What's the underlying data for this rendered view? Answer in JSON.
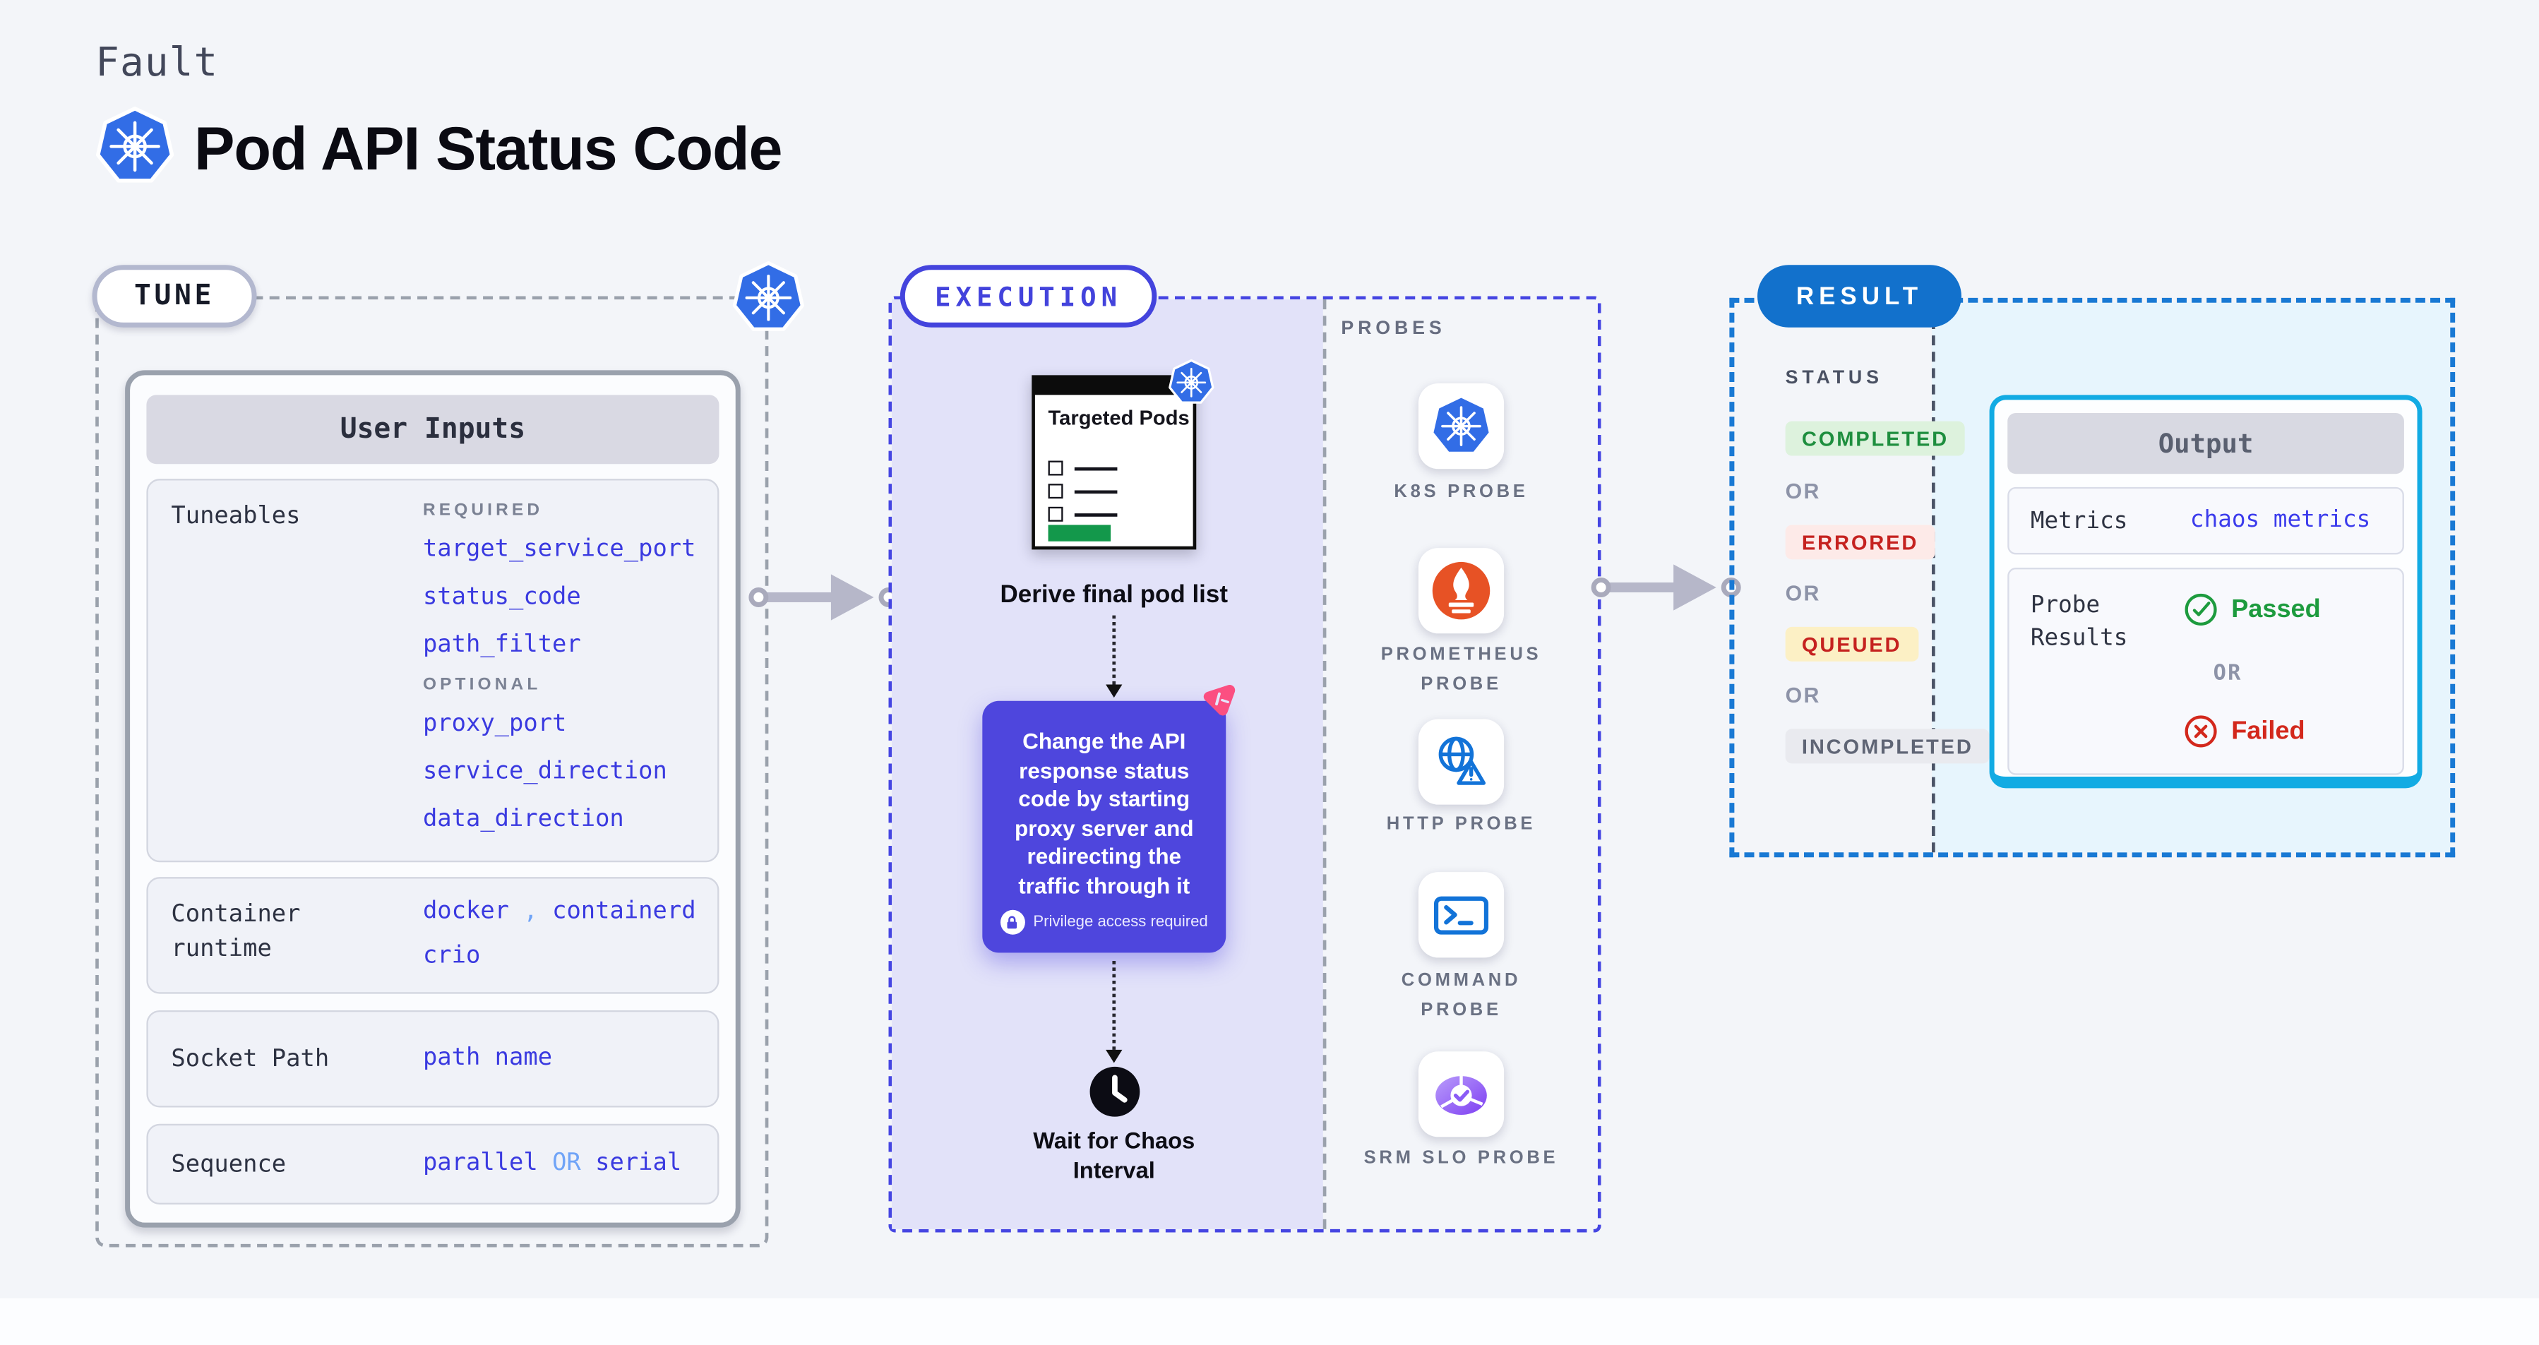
{
  "header": {
    "category": "Fault",
    "title": "Pod API Status Code"
  },
  "tune": {
    "badge": "TUNE",
    "user_inputs_title": "User Inputs",
    "tuneables": {
      "label": "Tuneables",
      "required_label": "REQUIRED",
      "required": [
        "target_service_port",
        "status_code",
        "path_filter"
      ],
      "optional_label": "OPTIONAL",
      "optional": [
        "proxy_port",
        "service_direction",
        "data_direction"
      ]
    },
    "container_runtime": {
      "label": "Container runtime",
      "value1": "docker",
      "separator": ",",
      "value2": "containerd",
      "value3": "crio"
    },
    "socket_path": {
      "label": "Socket Path",
      "value": "path name"
    },
    "sequence": {
      "label": "Sequence",
      "value1": "parallel",
      "or": "OR",
      "value2": "serial"
    }
  },
  "execution": {
    "badge": "EXECUTION",
    "targeted_pods_title": "Targeted Pods",
    "derive_label": "Derive final pod list",
    "action_text": "Change the API response status code by starting proxy server and redirecting the traffic through it",
    "privilege_note": "Privilege access required",
    "wait_label": "Wait for Chaos Interval"
  },
  "probes": {
    "section_label": "PROBES",
    "items": [
      {
        "label": "K8S PROBE",
        "icon": "kubernetes-icon"
      },
      {
        "label": "PROMETHEUS PROBE",
        "icon": "prometheus-icon"
      },
      {
        "label": "HTTP PROBE",
        "icon": "http-globe-warning-icon"
      },
      {
        "label": "COMMAND PROBE",
        "icon": "terminal-icon"
      },
      {
        "label": "SRM SLO PROBE",
        "icon": "slo-pie-check-icon"
      }
    ]
  },
  "result": {
    "badge": "RESULT",
    "status_label": "STATUS",
    "or_label": "OR",
    "statuses": [
      {
        "label": "COMPLETED",
        "fg": "#1e8e3e",
        "bg": "#ddf2dd"
      },
      {
        "label": "ERRORED",
        "fg": "#c5221f",
        "bg": "#fdeae8"
      },
      {
        "label": "QUEUED",
        "fg": "#c5221f",
        "bg": "#fcf0c5"
      },
      {
        "label": "INCOMPLETED",
        "fg": "#5f6575",
        "bg": "#e9eaef"
      }
    ],
    "output": {
      "title": "Output",
      "metrics_label": "Metrics",
      "metrics_value": "chaos metrics",
      "probe_results_label": "Probe Results",
      "passed_label": "Passed",
      "or_label": "OR",
      "failed_label": "Failed"
    }
  },
  "colors": {
    "background": "#f3f5f9",
    "kubernetes_blue": "#326de6",
    "accent_indigo": "#4545e0",
    "action_box_purple": "#4e46dd",
    "result_blue": "#1271cc",
    "output_border_cyan": "#12abe3",
    "result_panel_cyan": "#e7f5fd",
    "execution_panel_lavender": "#e2e2f9",
    "value_blue": "#3a3ae0",
    "light_blue": "#70a4f7",
    "passed_green": "#1d9b3e",
    "failed_red": "#d3281c",
    "prometheus_orange": "#e75225",
    "chaos_pink": "#fb4f81",
    "arrow_gray": "#b6b7c9"
  }
}
